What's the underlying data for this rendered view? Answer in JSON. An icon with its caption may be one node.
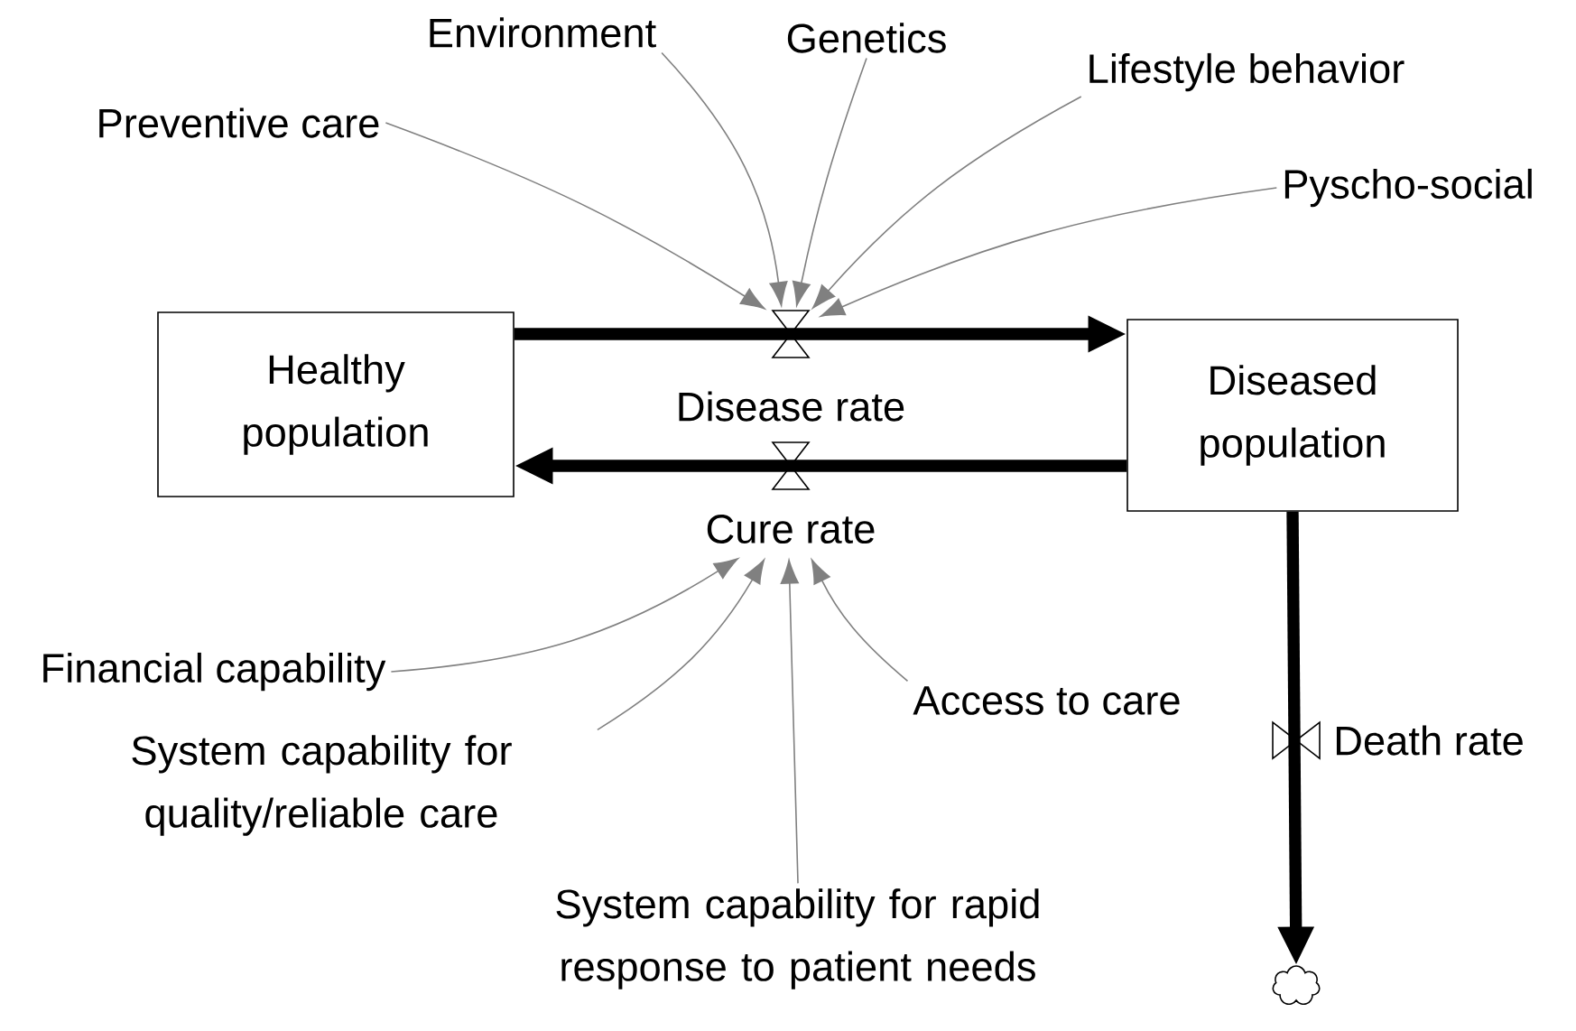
{
  "diagram": {
    "nodes": [
      {
        "text": [
          "Healthy population"
        ]
      },
      {
        "text": [
          "Diseased population"
        ]
      },
      {
        "text": [
          "Disease rate"
        ]
      },
      {
        "text": [
          "Cure rate"
        ]
      },
      {
        "text": [
          "Death rate"
        ]
      },
      {
        "text": [],
        "shape": "cloud"
      },
      {
        "text": [
          "Preventive care"
        ]
      },
      {
        "text": [
          "Environment"
        ]
      },
      {
        "text": [
          "Genetics"
        ]
      },
      {
        "text": [
          "Lifestyle behavior"
        ]
      },
      {
        "text": [
          "Pyscho-social"
        ]
      },
      {
        "text": [
          "Financial capability"
        ]
      },
      {
        "text": [
          "System capability for quality/reliable care"
        ]
      },
      {
        "text": [
          "System capability for rapid response to patient needs"
        ]
      },
      {
        "text": [
          "Access to care"
        ]
      }
    ],
    "edges": [
      {
        "from": 0,
        "to": 1,
        "arrow": "to",
        "style": "thick",
        "color": "#000000"
      },
      {
        "from": 1,
        "to": 0,
        "arrow": "to",
        "style": "thick",
        "color": "#000000"
      },
      {
        "from": 1,
        "to": 5,
        "arrow": "to",
        "style": "thick",
        "color": "#000000"
      },
      {
        "from": 6,
        "to": 2,
        "arrow": "to"
      },
      {
        "from": 7,
        "to": 2,
        "arrow": "to"
      },
      {
        "from": 8,
        "to": 2,
        "arrow": "to"
      },
      {
        "from": 9,
        "to": 2,
        "arrow": "to"
      },
      {
        "from": 10,
        "to": 2,
        "arrow": "to"
      },
      {
        "from": 11,
        "to": 3,
        "arrow": "to"
      },
      {
        "from": 12,
        "to": 3,
        "arrow": "to"
      },
      {
        "from": 13,
        "to": 3,
        "arrow": "to"
      },
      {
        "from": 14,
        "to": 3,
        "arrow": "to"
      }
    ]
  }
}
